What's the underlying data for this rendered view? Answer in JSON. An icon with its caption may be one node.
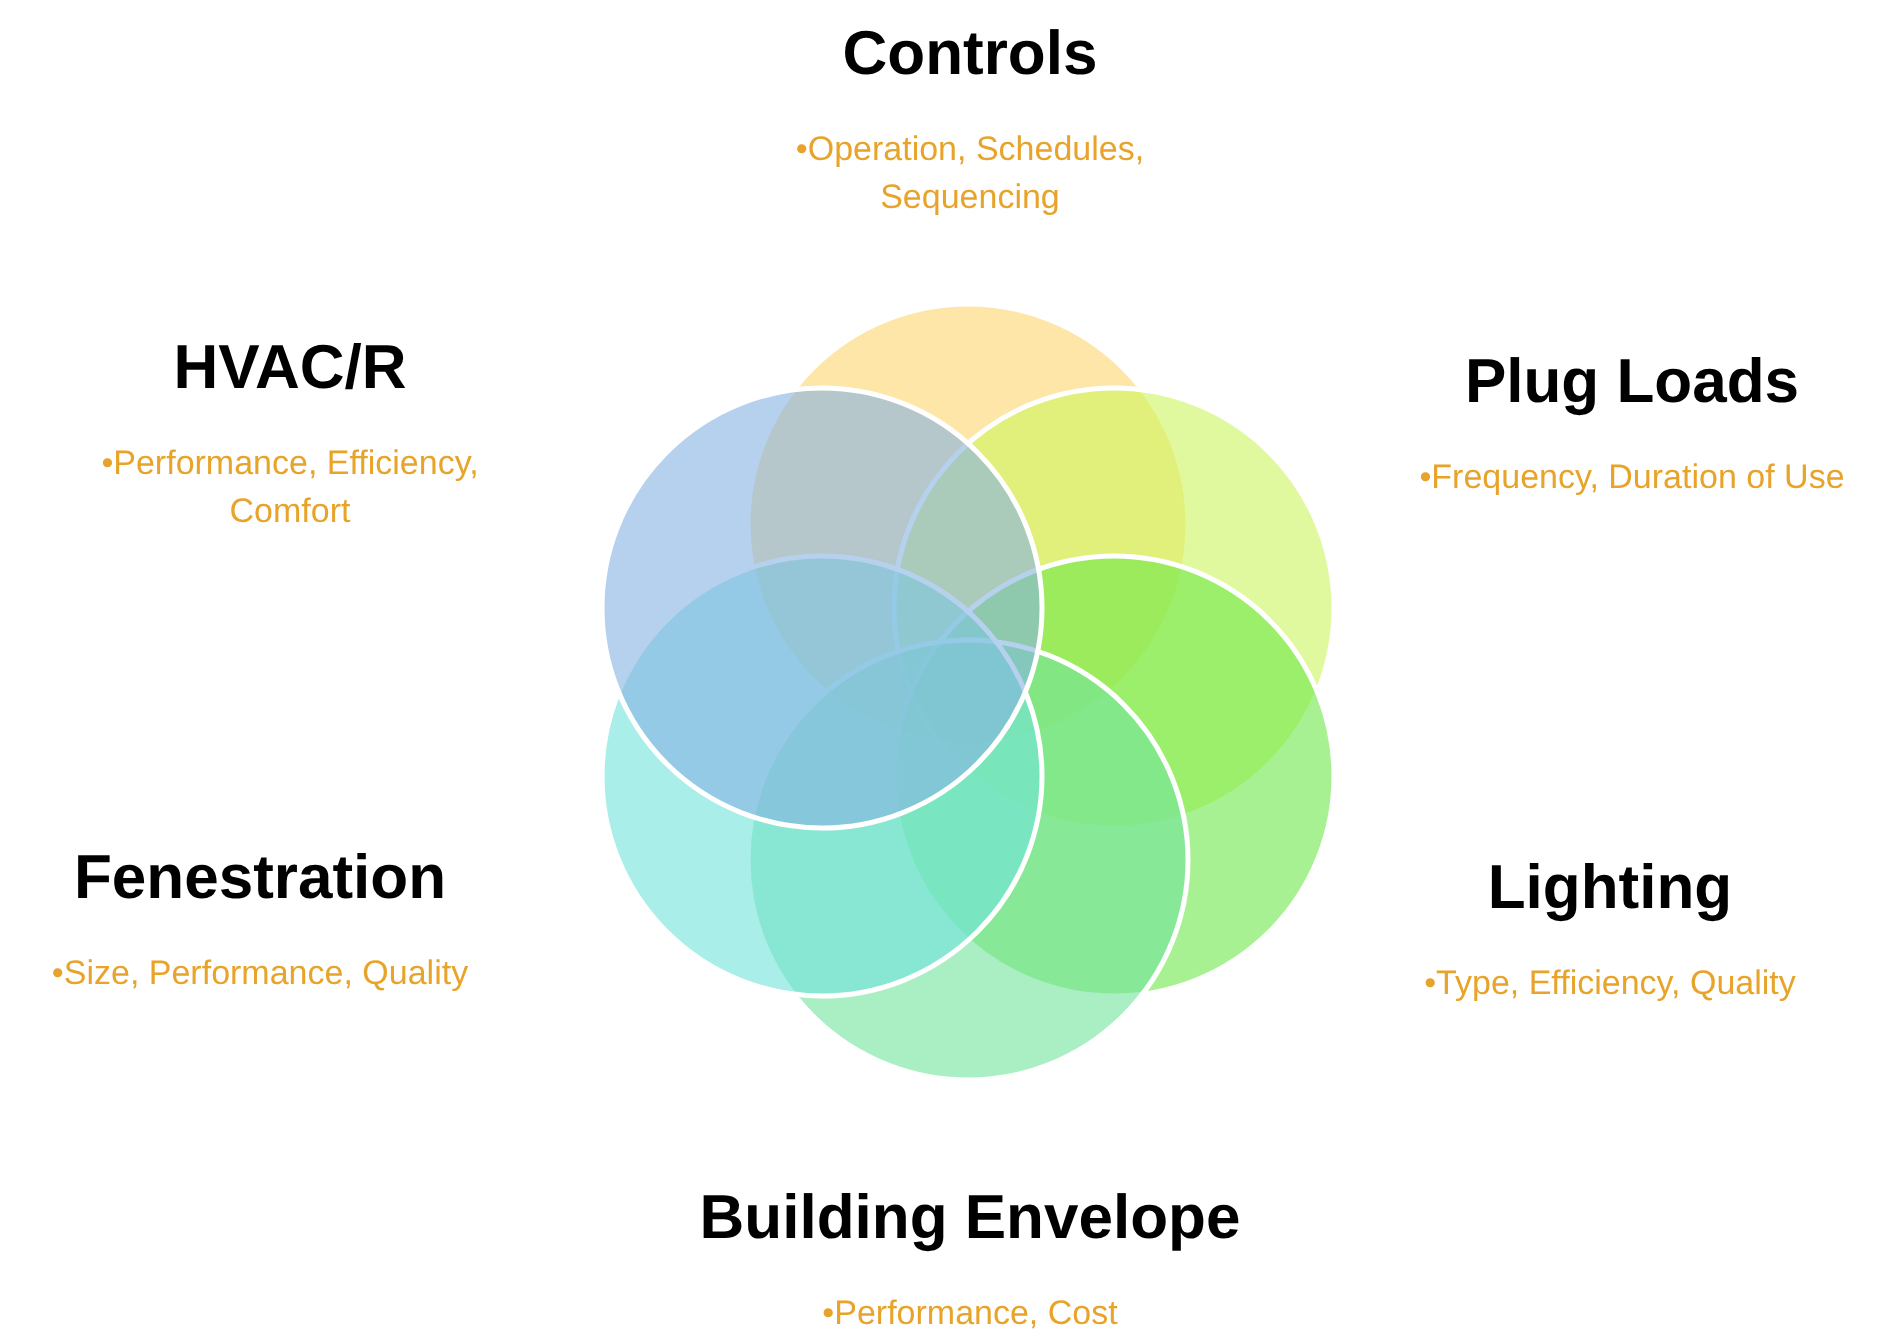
{
  "diagram": {
    "nodes": [
      {
        "text": [
          "Controls",
          "•Operation, Schedules, Sequencing"
        ]
      },
      {
        "text": [
          "HVAC/R",
          "•Performance, Efficiency, Comfort"
        ]
      },
      {
        "text": [
          "Plug Loads",
          "•Frequency, Duration of Use"
        ]
      },
      {
        "text": [
          "Fenestration",
          "•Size, Performance, Quality"
        ]
      },
      {
        "text": [
          "Lighting",
          "•Type, Efficiency, Quality"
        ]
      },
      {
        "text": [
          "Building Envelope",
          "•Performance, Cost"
        ]
      },
      {
        "text": [],
        "shape": "circle"
      },
      {
        "text": [],
        "shape": "circle"
      },
      {
        "text": [],
        "shape": "circle"
      },
      {
        "text": [],
        "shape": "circle"
      },
      {
        "text": [],
        "shape": "circle"
      },
      {
        "text": [],
        "shape": "circle"
      }
    ]
  }
}
